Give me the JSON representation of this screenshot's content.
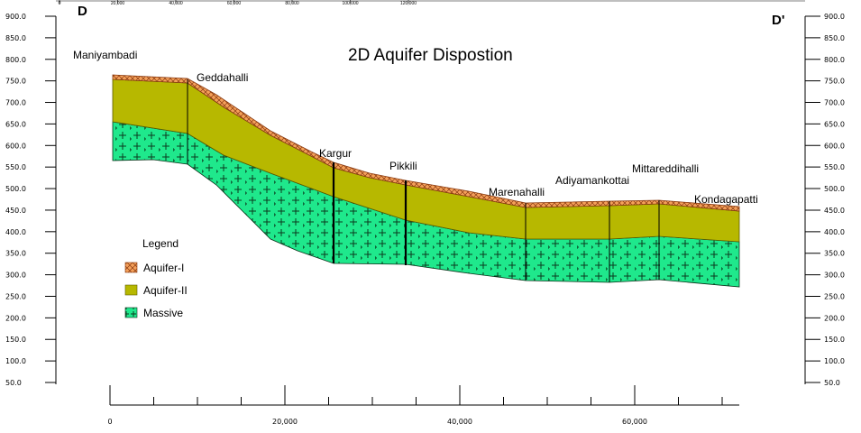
{
  "title": "2D Aquifer Dispostion",
  "section_label_left": "D",
  "section_label_right": "D'",
  "y_axis": {
    "ticks": [
      "900.0",
      "850.0",
      "800.0",
      "750.0",
      "700.0",
      "650.0",
      "600.0",
      "550.0",
      "500.0",
      "450.0",
      "400.0",
      "350.0",
      "300.0",
      "250.0",
      "200.0",
      "150.0",
      "100.0",
      "50.0"
    ]
  },
  "x_axis_bottom": {
    "labels": [
      "0",
      "20,000",
      "40,000",
      "60,000"
    ]
  },
  "x_axis_top": {
    "labels": [
      "0",
      "20,000",
      "40,000",
      "60,000",
      "80,000",
      "100,000",
      "120,000"
    ]
  },
  "places": [
    {
      "name": "Maniyambadi"
    },
    {
      "name": "Geddahalli"
    },
    {
      "name": "Kargur"
    },
    {
      "name": "Pikkili"
    },
    {
      "name": "Marenahalli"
    },
    {
      "name": "Adiyamankottai"
    },
    {
      "name": "Mittareddihalli"
    },
    {
      "name": "Kondagapatti"
    }
  ],
  "legend": {
    "title": "Legend",
    "items": [
      {
        "label": "Aquifer-I",
        "color": "#f4a05a"
      },
      {
        "label": "Aquifer-II",
        "color": "#b7b800"
      },
      {
        "label": "Massive",
        "color": "#1fe88c"
      }
    ]
  },
  "colors": {
    "aquifer1": "#f4a05a",
    "aquifer2": "#b7b800",
    "massive": "#1fe88c"
  }
}
